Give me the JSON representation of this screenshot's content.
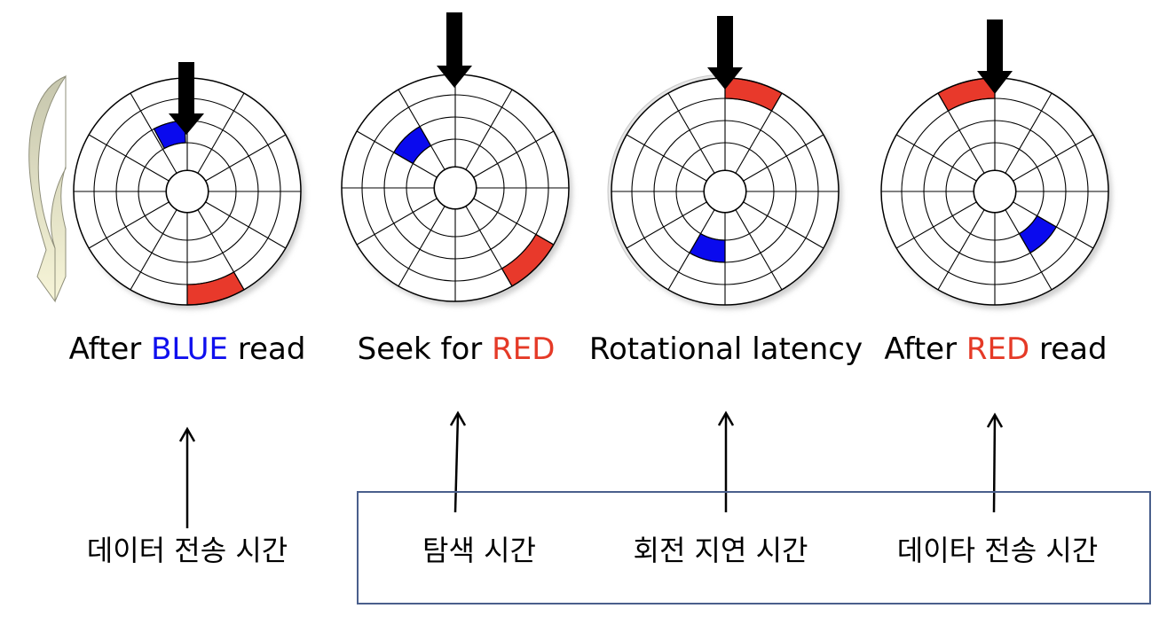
{
  "colors": {
    "blue_sector": "#0a0aee",
    "red_sector": "#e8392b",
    "latency_arc": "#e6e6e6",
    "blue_text": "#1010ee",
    "red_text": "#e53a27",
    "box_border": "#4a5f8c",
    "curve_top": "#c6c6ad",
    "curve_bottom": "#f7f5d8"
  },
  "disks": [
    {
      "caption": {
        "pre": "After ",
        "highlight": "BLUE",
        "post": " read",
        "highlight_color": "blue"
      },
      "korean": "데이터 전송 시간",
      "sectors": [
        {
          "color": "blue",
          "track": 2,
          "start_deg": -28,
          "end_deg": -2
        },
        {
          "color": "red",
          "track": 0,
          "start_deg": 150,
          "end_deg": 180
        }
      ],
      "latency_arc": false,
      "rotation_icon": "curved-rotation-arrow-icon"
    },
    {
      "caption": {
        "pre": "Seek for ",
        "highlight": "RED",
        "post": "",
        "highlight_color": "red"
      },
      "korean": "탐색 시간",
      "sectors": [
        {
          "color": "blue",
          "track": 2,
          "start_deg": -60,
          "end_deg": -30
        },
        {
          "color": "red",
          "track": 0,
          "start_deg": 120,
          "end_deg": 150
        }
      ],
      "latency_arc": false
    },
    {
      "caption": {
        "pre": "Rotational latency",
        "highlight": "",
        "post": "",
        "highlight_color": ""
      },
      "korean": "회전 지연 시간",
      "sectors": [
        {
          "color": "blue",
          "track": 2,
          "start_deg": 180,
          "end_deg": 210
        },
        {
          "color": "red",
          "track": 0,
          "start_deg": 0,
          "end_deg": 30
        }
      ],
      "latency_arc": true
    },
    {
      "caption": {
        "pre": "After ",
        "highlight": "RED",
        "post": " read",
        "highlight_color": "red"
      },
      "korean": "데이타 전송 시간",
      "sectors": [
        {
          "color": "blue",
          "track": 2,
          "start_deg": 120,
          "end_deg": 150
        },
        {
          "color": "red",
          "track": 0,
          "start_deg": -30,
          "end_deg": 0
        }
      ],
      "latency_arc": false
    }
  ]
}
